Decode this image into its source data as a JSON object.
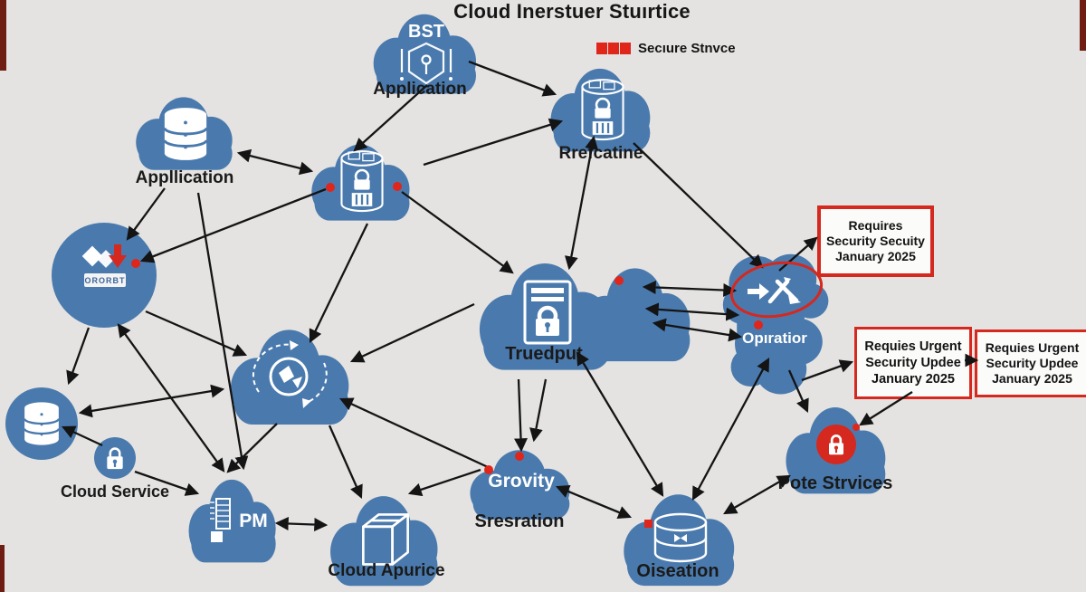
{
  "title": "Cloud Inerstuer Stuırtice",
  "legend": {
    "label": "Secıure Stnvce",
    "swatch_color": "#e0251b"
  },
  "colors": {
    "background": "#e4e3e1",
    "cloud_blue": "#4a7aad",
    "alert_red": "#d5281e",
    "arrow_black": "#141414"
  },
  "nodes": {
    "bst": {
      "badge": "BST",
      "label": "Application",
      "icon": "shield-key-icon"
    },
    "appllication": {
      "label": "Appllication",
      "icon": "database-icon"
    },
    "storage": {
      "icon": "storage-cylinder-lock-icon"
    },
    "rrefcatine": {
      "label": "Rrefcatine",
      "icon": "storage-cylinder-lock-icon"
    },
    "ororbt": {
      "badge": "ORORBT",
      "icon": "diamonds-arrow-icon"
    },
    "truedput": {
      "label": "Truedput",
      "icon": "secure-document-icon"
    },
    "opiratior": {
      "badge": "Opıratior",
      "icon": "crossed-tools-icon"
    },
    "pote": {
      "label": "Pote Strvices",
      "icon": "red-lock-icon"
    },
    "oiseation": {
      "label": "Oiseation",
      "icon": "database-outline-icon"
    },
    "grovity": {
      "badge": "Grovity",
      "label": "Sresration"
    },
    "globe": {
      "icon": "globe-sync-icon"
    },
    "db_circle": {
      "icon": "database-icon"
    },
    "cloud_service": {
      "label": "Cloud Service",
      "icon": "lock-icon"
    },
    "pm": {
      "badge": "PM",
      "icon": "server-icon"
    },
    "apurice": {
      "label": "Cloud Apurice",
      "icon": "package-icon"
    }
  },
  "warnings": [
    {
      "lines": [
        "Requires",
        "Security Secuity",
        "January 2025"
      ]
    },
    {
      "lines": [
        "Requies Urgent",
        "Security Updee",
        "January 2025"
      ]
    },
    {
      "lines": [
        "Requies Urgent",
        "Security Updee",
        "January 2025"
      ]
    }
  ]
}
